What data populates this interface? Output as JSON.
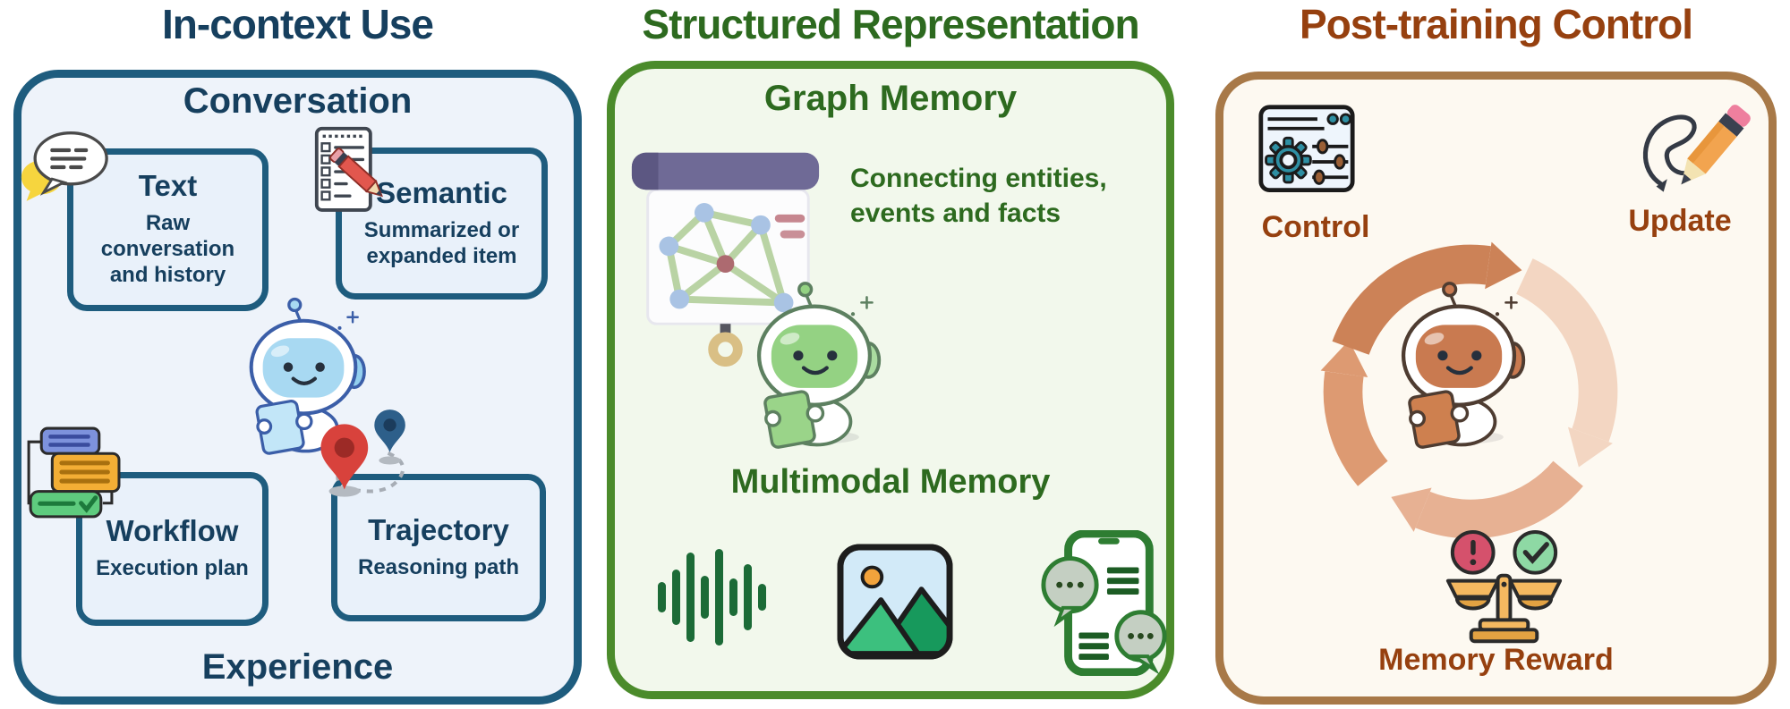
{
  "figure": {
    "panels": [
      {
        "title": "In-context Use",
        "accent_border": "#1e5c7e",
        "text_color": "#163f5e",
        "background": "#eef3fa",
        "top_label": "Conversation",
        "bottom_label": "Experience",
        "robot": "blue-robot-mascot",
        "boxes": [
          {
            "name": "Text",
            "desc": "Raw conversation and history",
            "icon": "chat-bubbles-icon"
          },
          {
            "name": "Semantic",
            "desc": "Summarized or expanded item",
            "icon": "checklist-pencil-icon"
          },
          {
            "name": "Workflow",
            "desc": "Execution plan",
            "icon": "workflow-cards-icon"
          },
          {
            "name": "Trajectory",
            "desc": "Reasoning path",
            "icon": "map-pins-icon"
          }
        ]
      },
      {
        "title": "Structured Representation",
        "accent_border": "#4b8b2b",
        "text_color": "#2d6a1f",
        "background": "#f2f8ec",
        "robot": "green-robot-mascot",
        "sections": [
          {
            "heading": "Graph Memory",
            "caption": "Connecting entities, events and facts",
            "icon": "graph-board-icon"
          },
          {
            "heading": "Multimodal Memory",
            "icons": [
              "audio-waveform-icon",
              "image-icon",
              "phone-chat-icon"
            ]
          }
        ]
      },
      {
        "title": "Post-training Control",
        "accent_border": "#a87948",
        "text_color": "#96400f",
        "background": "#fdf9f1",
        "robot": "orange-robot-mascot",
        "labels": {
          "control": "Control",
          "update": "Update",
          "reward": "Memory Reward"
        },
        "icons": [
          "settings-window-icon",
          "pencil-scribble-icon",
          "cycle-arrows-icon",
          "balance-scale-icon"
        ],
        "status_colors": {
          "alert": "#d5516c",
          "ok": "#8ed9a4",
          "cycle_arrows": [
            "#cc8257",
            "#f3d6c2",
            "#e7b193",
            "#dd9a72"
          ]
        }
      }
    ]
  }
}
